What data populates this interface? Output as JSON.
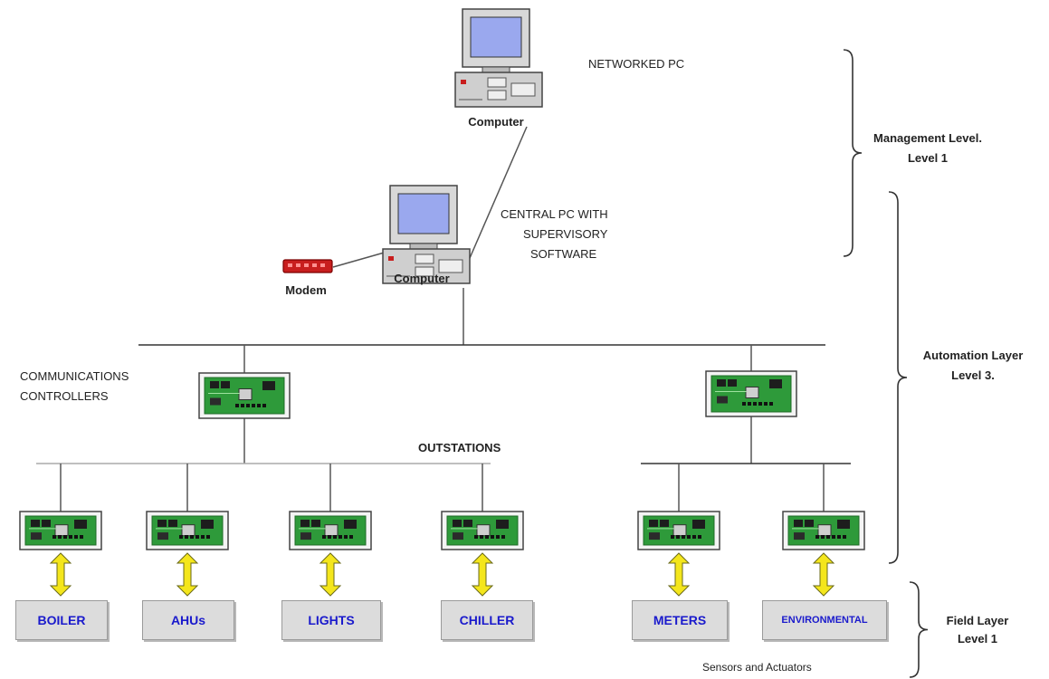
{
  "labels": {
    "networked_pc": "NETWORKED PC",
    "computer_top": "Computer",
    "central_pc": [
      "CENTRAL PC WITH",
      "SUPERVISORY",
      "SOFTWARE"
    ],
    "computer_mid": "Computer",
    "modem": "Modem",
    "comm_controllers": [
      "COMMUNICATIONS",
      "CONTROLLERS"
    ],
    "outstations": "OUTSTATIONS",
    "sensors": "Sensors and Actuators"
  },
  "levels": {
    "management": [
      "Management Level.",
      "Level 1"
    ],
    "automation": [
      "Automation Layer",
      "Level 3."
    ],
    "field": [
      "Field Layer",
      "Level 1"
    ]
  },
  "devices": [
    "BOILER",
    "AHUs",
    "LIGHTS",
    "CHILLER",
    "METERS",
    "ENVIRONMENTAL"
  ],
  "colors": {
    "line": "#555555",
    "board": "#2e9a3a",
    "arrow": "#f4e61c",
    "device_box": "#dcdcdc",
    "device_text": "#1a1acc",
    "modem": "#c81e1e",
    "screen": "#9aa8ee"
  }
}
